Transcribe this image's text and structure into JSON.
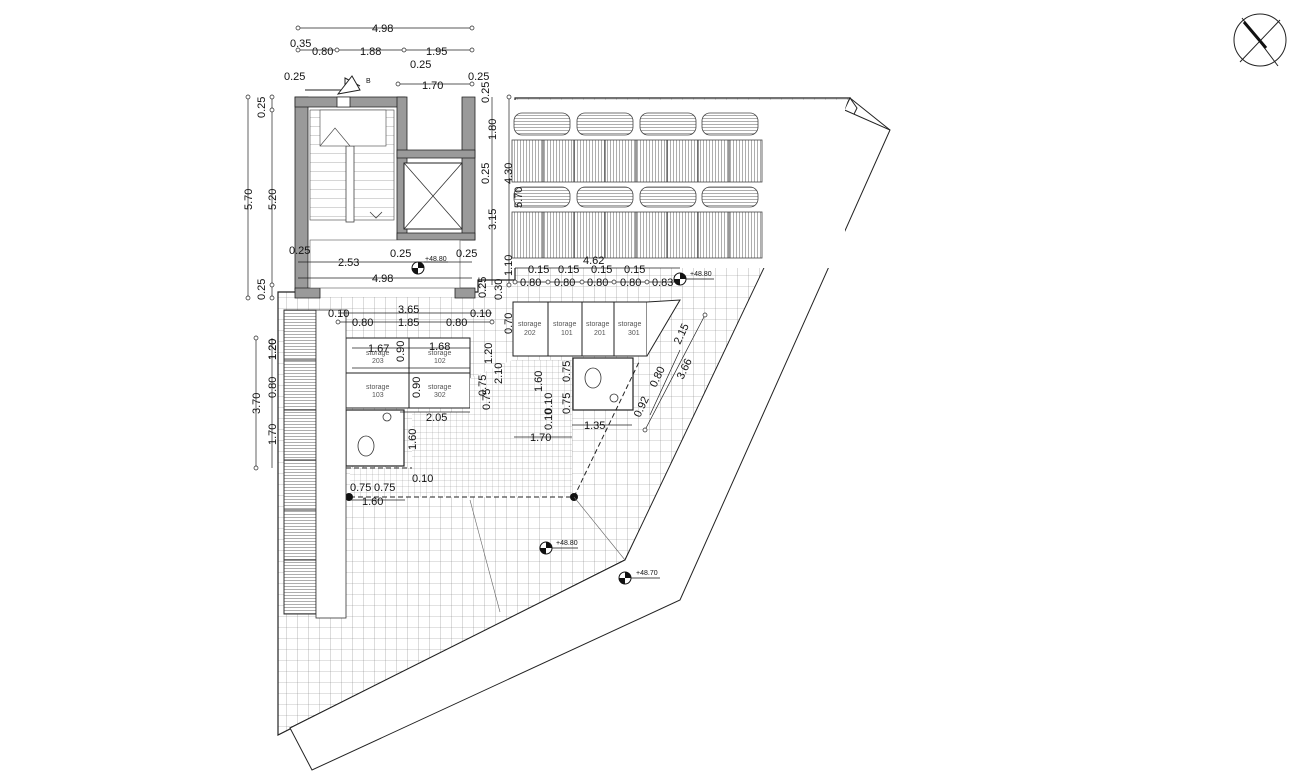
{
  "plan": {
    "section_marker": "B",
    "elevations": [
      "+48.80",
      "+48.80",
      "+48.70",
      "+48.80"
    ],
    "storage_label": "storage",
    "storage_units": [
      "202",
      "101",
      "201",
      "301",
      "203",
      "102",
      "103",
      "302"
    ],
    "dims_top": [
      "4.98",
      "0.35",
      "0.80",
      "1.88",
      "1.95",
      "0.25",
      "0.25",
      "1.70",
      "0.25"
    ],
    "dims_left": [
      "0.25",
      "5.70",
      "5.20",
      "0.25"
    ],
    "dims_core": [
      "0.25",
      "2.53",
      "0.25",
      "0.25",
      "4.98"
    ],
    "dims_solar": [
      "0.25",
      "1.80",
      "0.25",
      "4.30",
      "5.70",
      "3.15",
      "1.10",
      "4.62"
    ],
    "dims_storage_row": [
      "0.15",
      "0.15",
      "0.15",
      "0.15",
      "0.80",
      "0.80",
      "0.80",
      "0.80",
      "0.83"
    ],
    "dims_lobby": [
      "3.65",
      "0.10",
      "0.10",
      "0.80",
      "1.85",
      "0.80",
      "0.25",
      "0.30",
      "0.70"
    ],
    "dims_left_block": [
      "1.67",
      "1.68",
      "0.90",
      "0.90",
      "1.20",
      "1.20",
      "2.10",
      "0.75",
      "0.75",
      "2.05"
    ],
    "dims_left_side": [
      "3.70",
      "1.20",
      "0.80",
      "1.70"
    ],
    "dims_wc": [
      "1.60",
      "0.10",
      "0.75",
      "0.75",
      "1.60"
    ],
    "dims_center": [
      "1.60",
      "0.75",
      "0.75",
      "0.10",
      "0.10",
      "1.70",
      "1.35"
    ],
    "dims_diag": [
      "2.15",
      "3.66",
      "0.80",
      "0.92"
    ]
  }
}
